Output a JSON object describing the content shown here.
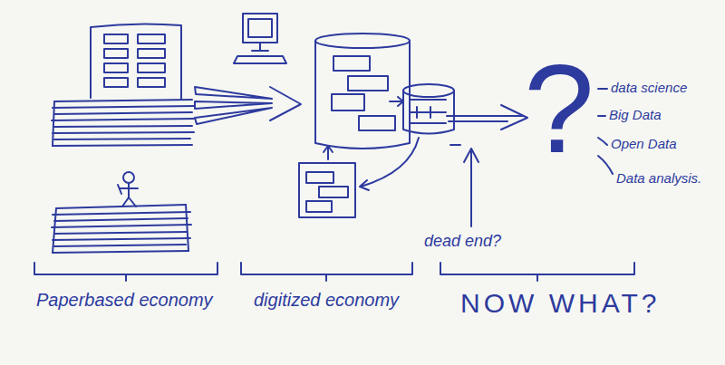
{
  "diagram": {
    "labels": [
      "Paperbased economy",
      "digitized economy",
      "NOW WHAT?",
      "dead end?",
      "?",
      "data science",
      "Big Data",
      "Open Data",
      "Data analysis."
    ]
  }
}
